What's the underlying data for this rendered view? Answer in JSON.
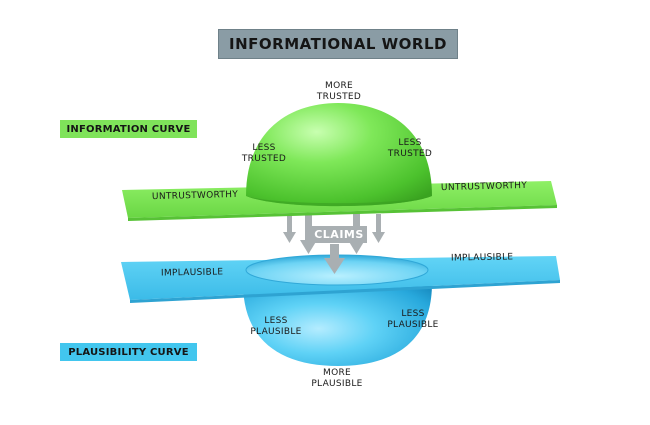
{
  "title": "INFORMATIONAL WORLD",
  "curves": {
    "information": "INFORMATION CURVE",
    "plausibility": "PLAUSIBILITY CURVE"
  },
  "top_dome": {
    "top": [
      "MORE",
      "TRUSTED"
    ],
    "left_side": [
      "LESS",
      "TRUSTED"
    ],
    "right_side": [
      "LESS",
      "TRUSTED"
    ],
    "plane_left": "UNTRUSTWORTHY",
    "plane_right": "UNTRUSTWORTHY"
  },
  "bottom_bowl": {
    "bottom": [
      "MORE",
      "PLAUSIBLE"
    ],
    "left_side": [
      "LESS",
      "PLAUSIBLE"
    ],
    "right_side": [
      "LESS",
      "PLAUSIBLE"
    ],
    "plane_left": "IMPLAUSIBLE",
    "plane_right": "IMPLAUSIBLE"
  },
  "center": "CLAIMS",
  "colors": {
    "green_plane": "#7be84e",
    "blue_plane": "#44c8f0",
    "title_bg": "#8a9ca5",
    "arrow": "#a8aeb1"
  }
}
